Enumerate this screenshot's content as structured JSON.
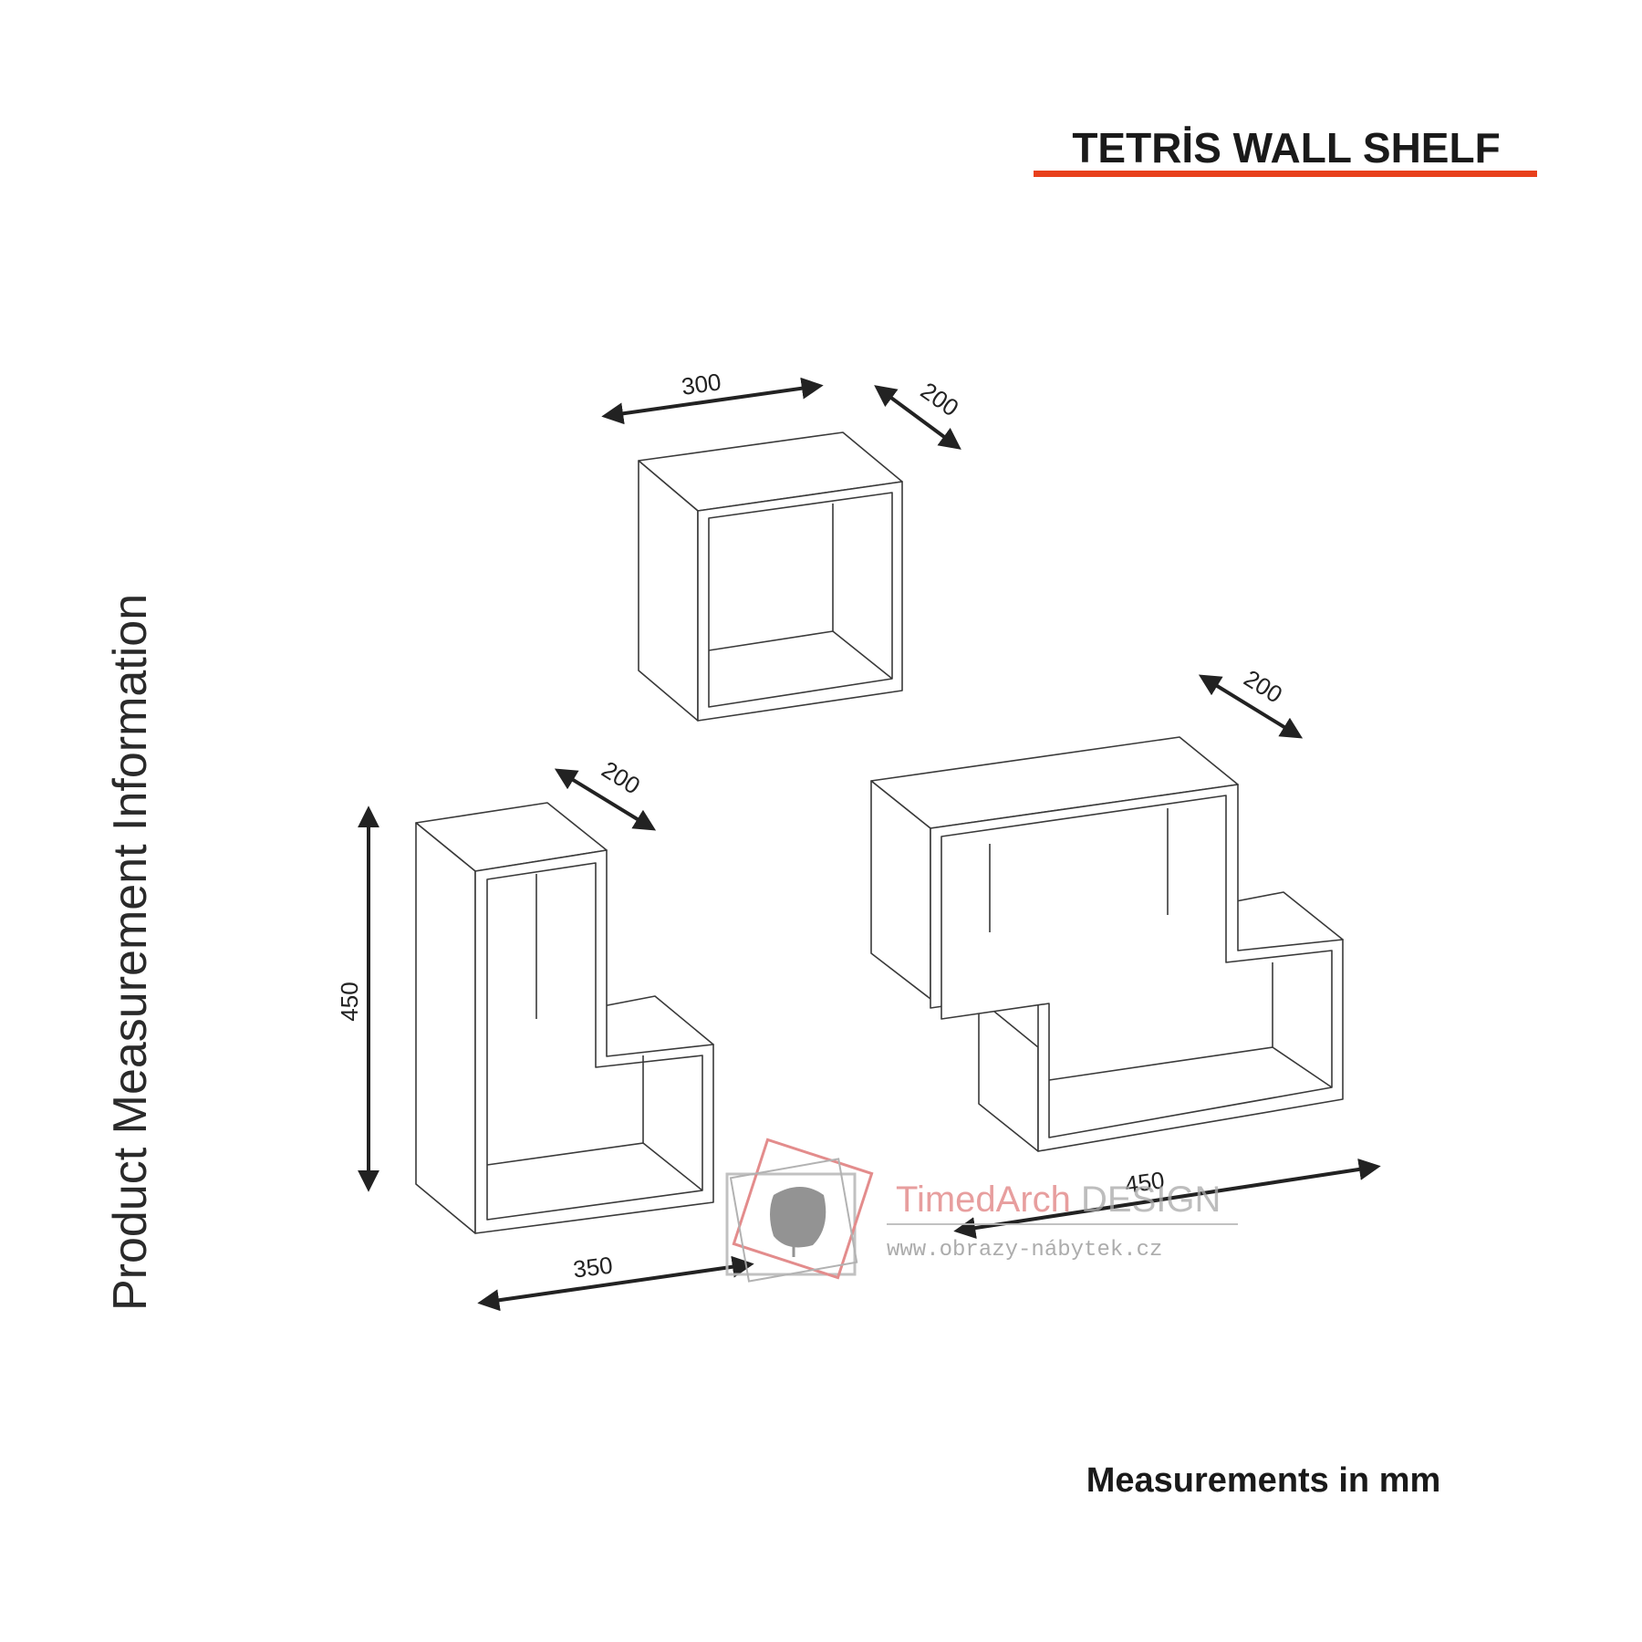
{
  "title": "TETRİS WALL SHELF",
  "side_label": "Product Measurement Information",
  "footer": "Measurements in mm",
  "colors": {
    "title_underline": "#e8401c",
    "line": "#3a3a3a",
    "arrow": "#222222"
  },
  "dimensions": {
    "cube_width": "300",
    "cube_depth": "200",
    "left_depth": "200",
    "left_height": "450",
    "left_width": "350",
    "right_depth": "200",
    "right_width": "450"
  },
  "watermark": {
    "brand_a": "TimedArch",
    "brand_b": "DESIGN",
    "url": "www.obrazy-nábytek.cz"
  }
}
